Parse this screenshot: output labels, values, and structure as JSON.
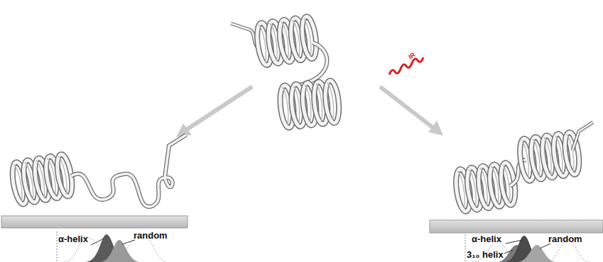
{
  "diagram": {
    "labels": [
      "IR",
      "α-helix",
      "random",
      "α-helix",
      "3₁₀ helix",
      "random"
    ]
  }
}
